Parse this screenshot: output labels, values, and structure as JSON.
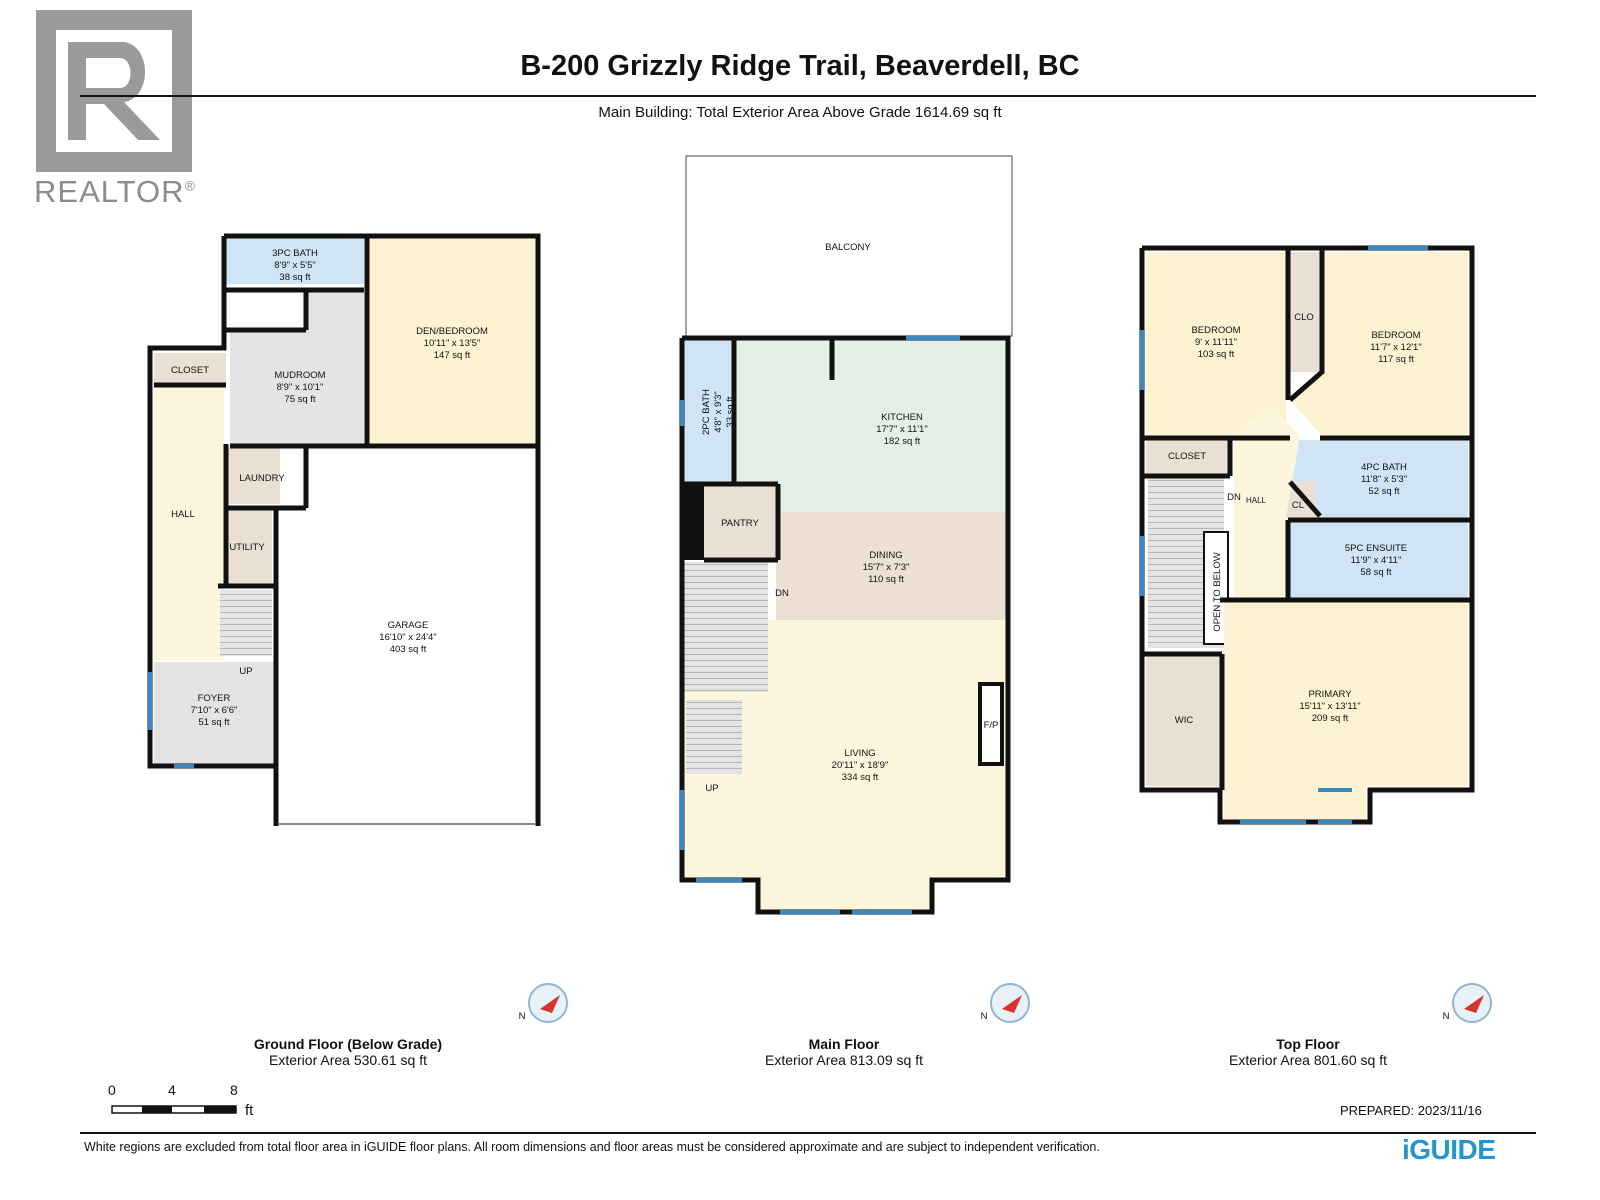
{
  "title": "B-200 Grizzly Ridge Trail, Beaverdell, BC",
  "subtitle": "Main Building: Total Exterior Area Above Grade 1614.69 sq ft",
  "logo": {
    "name": "REALTOR",
    "mark": "®"
  },
  "floors": [
    {
      "name": "Ground Floor (Below Grade)",
      "area": "Exterior Area 530.61 sq ft",
      "rooms": [
        {
          "id": "3pc-bath",
          "name": "3PC BATH",
          "dim": "8'9\" x 5'5\"",
          "area": "38 sq ft"
        },
        {
          "id": "den-bedroom",
          "name": "DEN/BEDROOM",
          "dim": "10'11\" x 13'5\"",
          "area": "147 sq ft"
        },
        {
          "id": "closet",
          "name": "CLOSET"
        },
        {
          "id": "mudroom",
          "name": "MUDROOM",
          "dim": "8'9\" x 10'1\"",
          "area": "75 sq ft"
        },
        {
          "id": "hall",
          "name": "HALL"
        },
        {
          "id": "laundry",
          "name": "LAUNDRY"
        },
        {
          "id": "utility",
          "name": "UTILITY"
        },
        {
          "id": "garage",
          "name": "GARAGE",
          "dim": "16'10\" x 24'4\"",
          "area": "403 sq ft"
        },
        {
          "id": "foyer",
          "name": "FOYER",
          "dim": "7'10\" x 6'6\"",
          "area": "51 sq ft"
        }
      ],
      "stair": "UP"
    },
    {
      "name": "Main Floor",
      "area": "Exterior Area 813.09 sq ft",
      "rooms": [
        {
          "id": "balcony",
          "name": "BALCONY"
        },
        {
          "id": "2pc-bath",
          "name": "2PC BATH",
          "dim": "4'8\" x 9'3\"",
          "area": "33 sq ft"
        },
        {
          "id": "kitchen",
          "name": "KITCHEN",
          "dim": "17'7\" x 11'1\"",
          "area": "182 sq ft"
        },
        {
          "id": "pantry",
          "name": "PANTRY"
        },
        {
          "id": "dining",
          "name": "DINING",
          "dim": "15'7\" x 7'3\"",
          "area": "110 sq ft"
        },
        {
          "id": "living",
          "name": "LIVING",
          "dim": "20'11\" x 18'9\"",
          "area": "334 sq ft"
        },
        {
          "id": "fp",
          "name": "F/P"
        }
      ],
      "stair_dn": "DN",
      "stair_up": "UP"
    },
    {
      "name": "Top Floor",
      "area": "Exterior Area 801.60 sq ft",
      "rooms": [
        {
          "id": "bedroom-1",
          "name": "BEDROOM",
          "dim": "9' x 11'11\"",
          "area": "103 sq ft"
        },
        {
          "id": "clo",
          "name": "CLO"
        },
        {
          "id": "bedroom-2",
          "name": "BEDROOM",
          "dim": "11'7\" x 12'1\"",
          "area": "117 sq ft"
        },
        {
          "id": "closet-top",
          "name": "CLOSET"
        },
        {
          "id": "4pc-bath",
          "name": "4PC BATH",
          "dim": "11'8\" x 5'3\"",
          "area": "52 sq ft"
        },
        {
          "id": "cl",
          "name": "CL"
        },
        {
          "id": "hall-top",
          "name": "HALL"
        },
        {
          "id": "5pc-ensuite",
          "name": "5PC ENSUITE",
          "dim": "11'9\" x 4'11\"",
          "area": "58 sq ft"
        },
        {
          "id": "open-below",
          "name": "OPEN TO BELOW"
        },
        {
          "id": "wic",
          "name": "WIC"
        },
        {
          "id": "primary",
          "name": "PRIMARY",
          "dim": "15'11\" x 13'11\"",
          "area": "209 sq ft"
        }
      ],
      "stair_dn": "DN"
    }
  ],
  "compass_label": "N",
  "scale": {
    "ticks": [
      "0",
      "4",
      "8"
    ],
    "unit": "ft"
  },
  "prepared": "PREPARED: 2023/11/16",
  "disclaimer": "White regions are excluded from total floor area in iGUIDE floor plans. All room dimensions and floor areas must be considered approximate and are subject to independent verification.",
  "brand": "iGUIDE",
  "colors": {
    "wall": "#111111",
    "bath": "#cfe5f5",
    "bedroom": "#fdf3d3",
    "hall": "#fdf6dd",
    "utility": "#e9dfd3",
    "mud": "#e3e3e3",
    "kitchen": "#e4efe8",
    "dining": "#ece0d2",
    "window": "#3a87c2",
    "brand": "#2596c9"
  }
}
